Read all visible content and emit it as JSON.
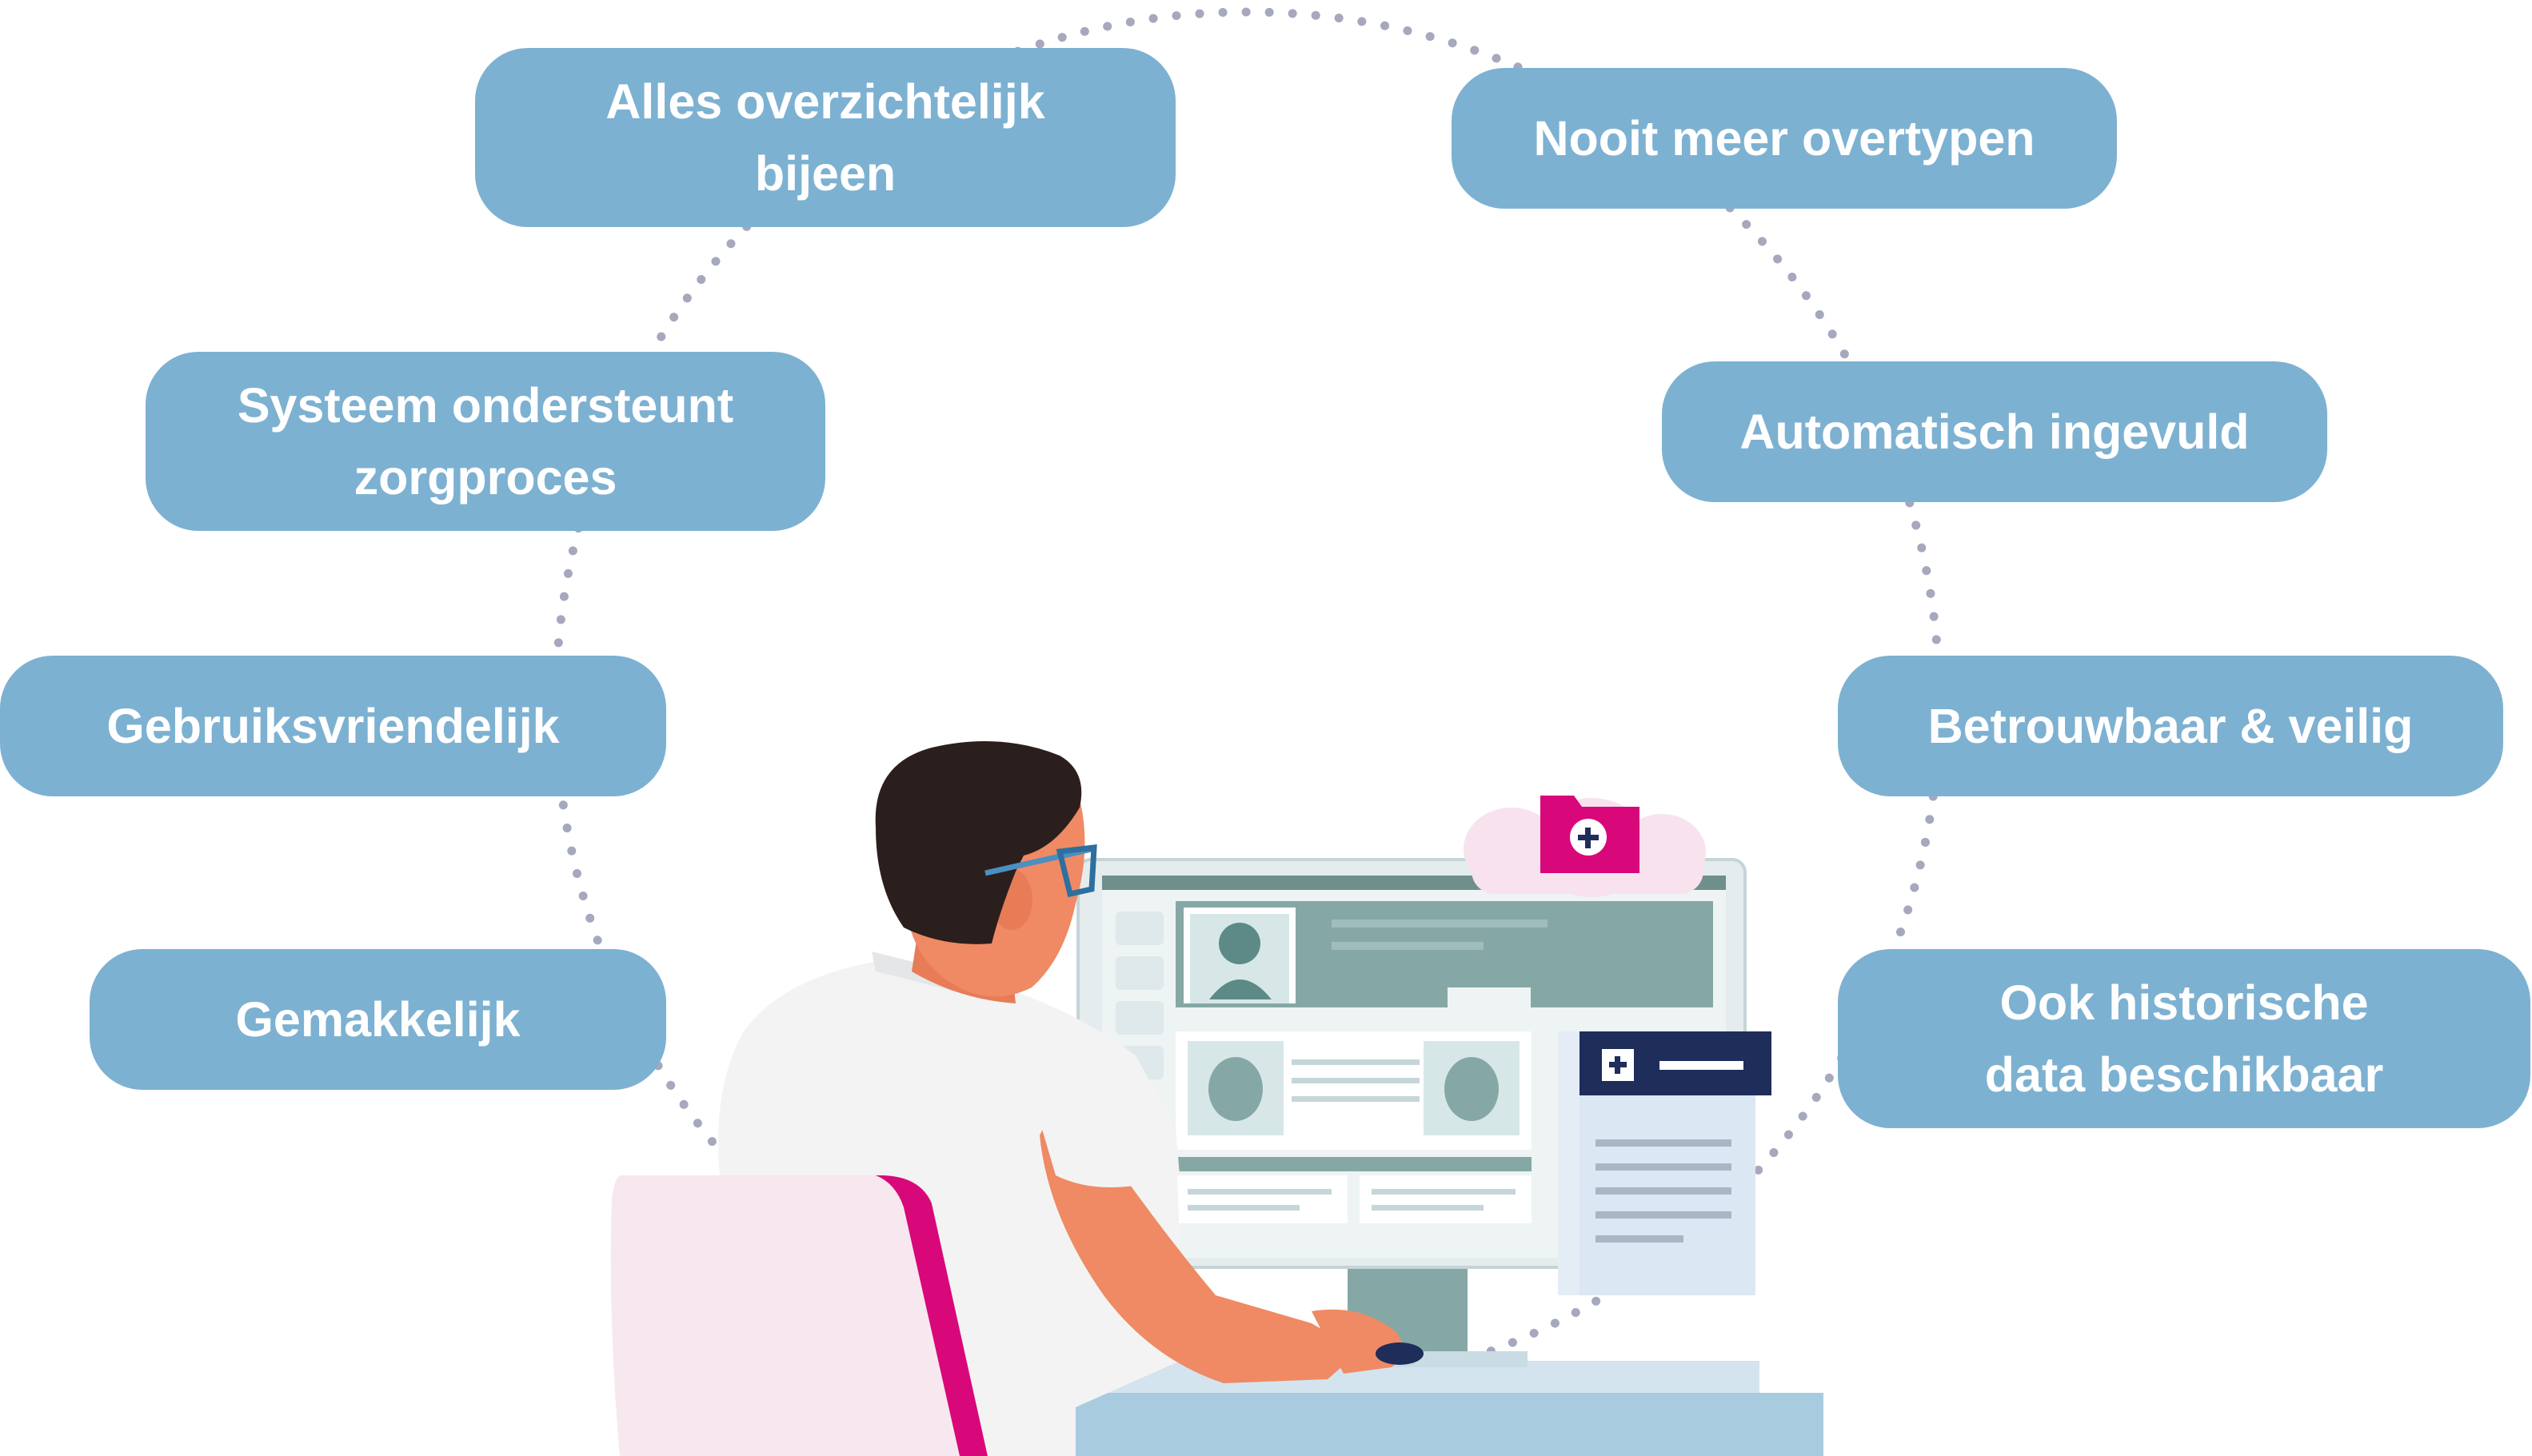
{
  "benefits": [
    {
      "label": "Alles overzichtelijk\nbijeen"
    },
    {
      "label": "Nooit meer overtypen"
    },
    {
      "label": "Systeem ondersteunt\nzorgproces"
    },
    {
      "label": "Automatisch ingevuld"
    },
    {
      "label": "Gebruiksvriendelijk"
    },
    {
      "label": "Betrouwbaar & veilig"
    },
    {
      "label": "Gemakkelijk"
    },
    {
      "label": "Ook historische\ndata beschikbaar"
    }
  ],
  "colors": {
    "pill": "#7db1d1",
    "pill_text": "#ffffff",
    "dots": "#a6a8be",
    "accent": "#d8087a",
    "skin": "#ef8a64",
    "hair": "#2b1f1d",
    "screen_teal": "#85a8a6",
    "monitor": "#e5ecee",
    "doc_header": "#1e2d5a",
    "cloud": "#f7e2ee"
  }
}
